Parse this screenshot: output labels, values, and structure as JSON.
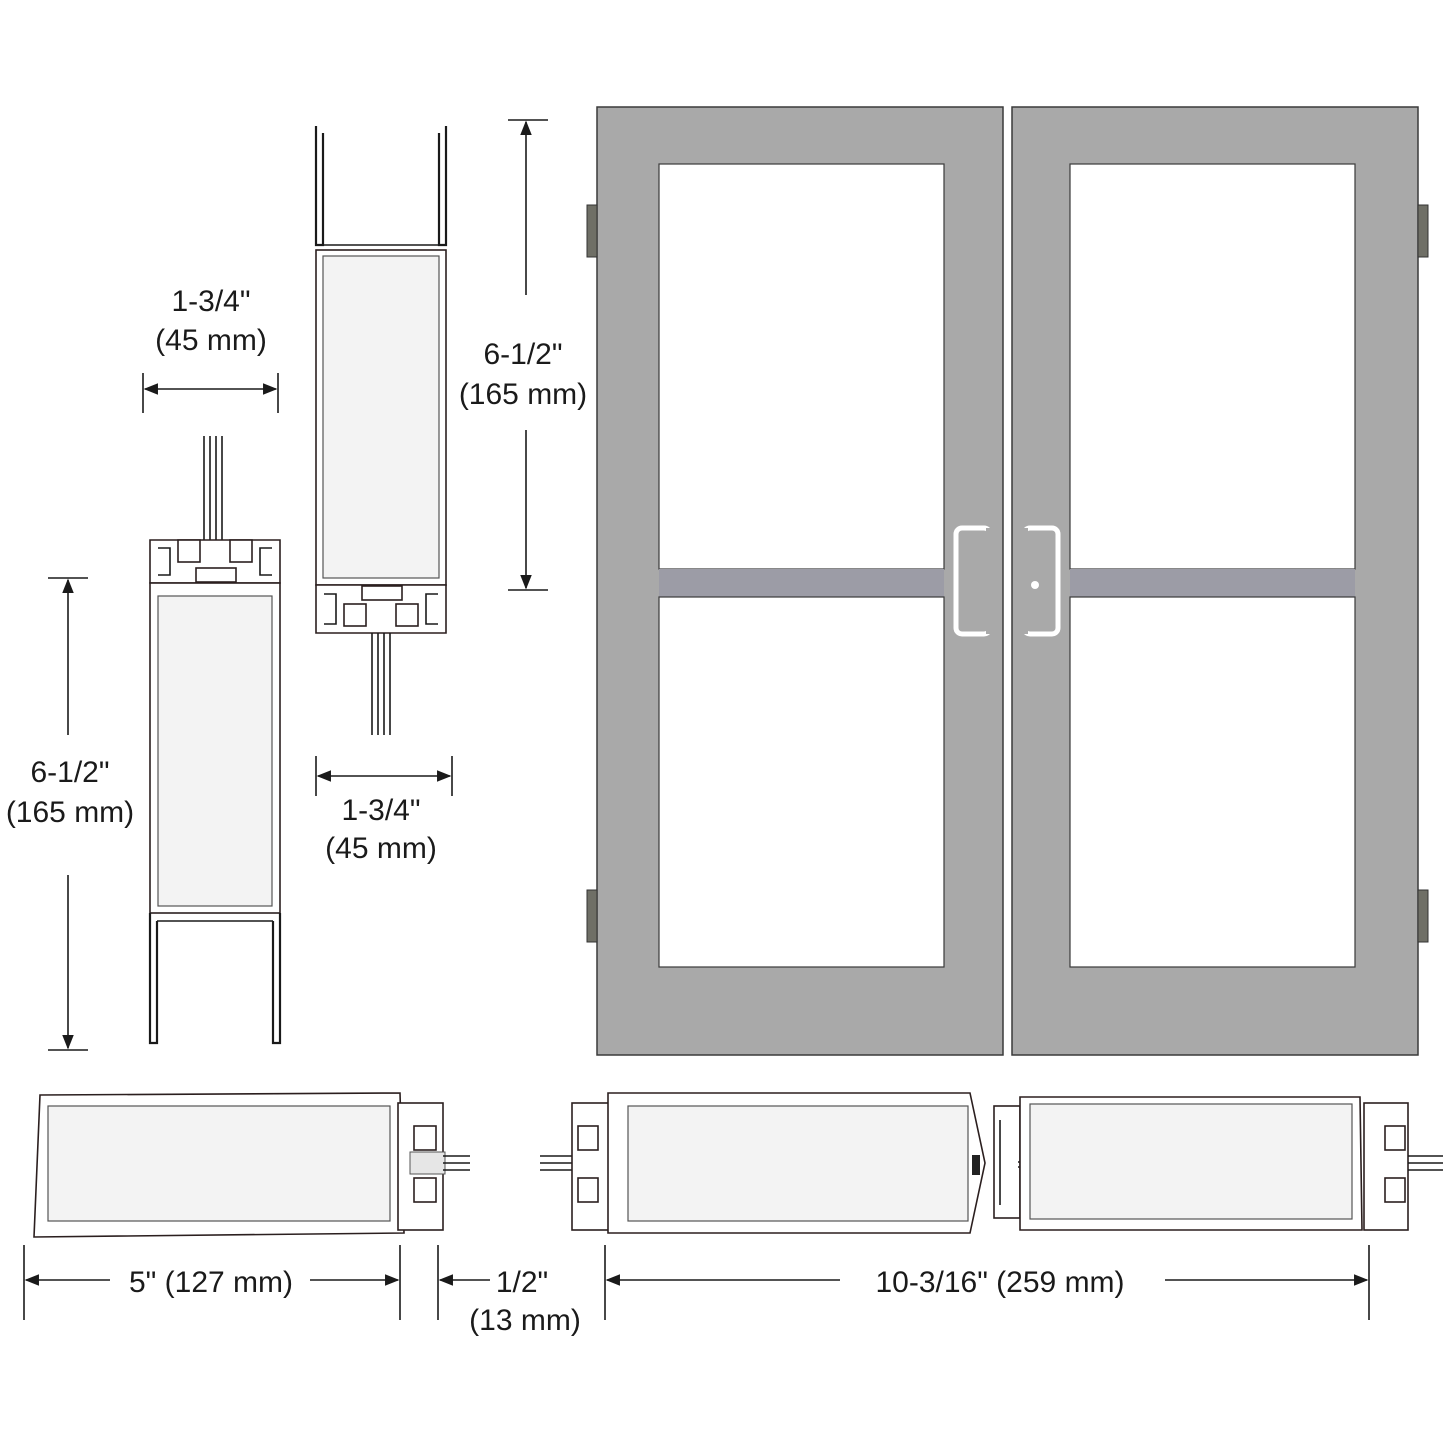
{
  "dimensions": {
    "top_rail_width": {
      "imperial": "1-3/4\"",
      "metric": "(45 mm)"
    },
    "top_rail_height": {
      "imperial": "6-1/2\"",
      "metric": "(165 mm)"
    },
    "bottom_rail_height": {
      "imperial": "6-1/2\"",
      "metric": "(165 mm)"
    },
    "bottom_rail_width": {
      "imperial": "1-3/4\"",
      "metric": "(45 mm)"
    },
    "stile_width": {
      "label": "5\" (127 mm)"
    },
    "gap": {
      "imperial": "1/2\"",
      "metric": "(13 mm)"
    },
    "meeting_stiles": {
      "label": "10-3/16\" (259 mm)"
    }
  },
  "colors": {
    "door_frame": "#a9a9a9",
    "mid_rail": "#9c9ca6",
    "line": "#1a1a1a"
  }
}
